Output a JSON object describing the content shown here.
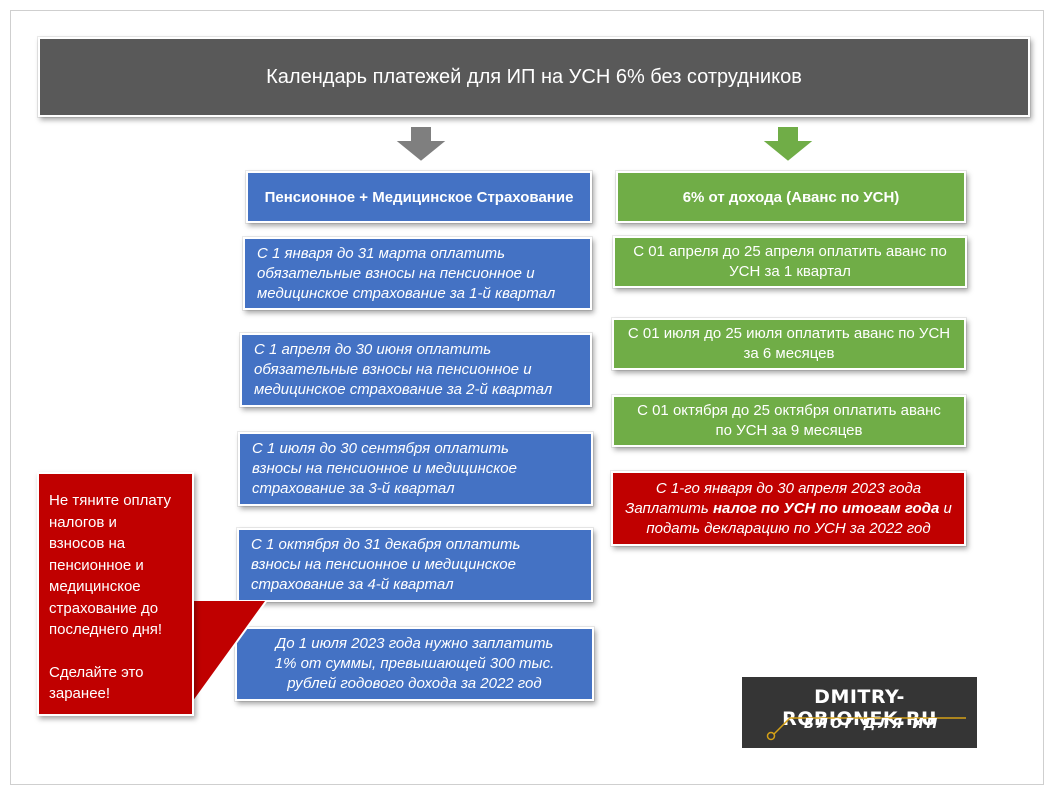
{
  "title": "Календарь платежей для ИП на УСН 6% без сотрудников",
  "colors": {
    "title_bg": "#595959",
    "blue": "#4472c4",
    "green": "#70ad47",
    "red": "#c00000",
    "arrow_gray": "#7f7f7f",
    "arrow_green": "#70ad47",
    "logo_bg": "#353535",
    "logo_accent": "#d4a017"
  },
  "left_column": {
    "header": "Пенсионное + Медицинское Страхование",
    "items": [
      {
        "lines": [
          "С 1 января до 31 марта оплатить",
          "обязательные взносы на пенсионное и",
          "медицинское страхование за 1-й квартал"
        ]
      },
      {
        "lines": [
          "С 1 апреля до 30 июня оплатить",
          "обязательные взносы на пенсионное и",
          "медицинское страхование за 2-й квартал"
        ]
      },
      {
        "lines": [
          "С 1 июля до 30 сентября оплатить",
          "взносы на пенсионное и медицинское",
          "страхование за 3-й квартал"
        ]
      },
      {
        "lines": [
          "С 1 октября до 31 декабря оплатить",
          "взносы на пенсионное и медицинское",
          "страхование за 4-й квартал"
        ]
      },
      {
        "lines": [
          "До 1 июля 2023 года нужно заплатить",
          "1% от суммы, превышающей 300 тыс.",
          "рублей годового дохода за 2022 год"
        ]
      }
    ]
  },
  "right_column": {
    "header": "6% от дохода (Аванс по УСН)",
    "items": [
      {
        "lines": [
          "С 01 апреля до 25 апреля оплатить аванс по",
          "УСН за 1 квартал"
        ]
      },
      {
        "lines": [
          "С 01 июля до 25 июля оплатить аванс по УСН",
          "за 6 месяцев"
        ]
      },
      {
        "lines": [
          "С 01 октября до 25 октября оплатить аванс",
          "по УСН за 9 месяцев"
        ]
      }
    ],
    "annual": {
      "line1": "С 1-го января до 30 апреля 2023 года",
      "line2_pre": "Заплатить ",
      "line2_bold": "налог по УСН по итогам года",
      "line2_post": " и",
      "line3": "подать декларацию по УСН за 2022 год"
    }
  },
  "callout": {
    "lines": [
      "Не тяните оплату",
      "налогов и",
      "взносов на",
      "пенсионное и",
      "медицинское",
      "страхование до",
      "последнего дня!"
    ],
    "lines2": [
      "Сделайте это",
      "заранее!"
    ]
  },
  "logo": {
    "main": "DMITRY-ROBIONEK.RU",
    "sub": "БЛОГ ДЛЯ ИП"
  }
}
